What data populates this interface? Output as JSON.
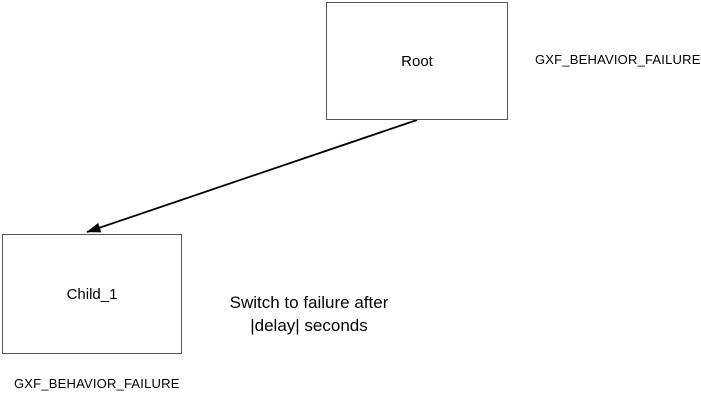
{
  "diagram": {
    "nodes": [
      {
        "id": "root",
        "label": "Root",
        "type_label": "GXF_BEHAVIOR_FAILURE"
      },
      {
        "id": "child_1",
        "label": "Child_1",
        "type_label": "GXF_BEHAVIOR_FAILURE"
      }
    ],
    "edge": {
      "from": "root",
      "to": "child_1",
      "caption_line1": "Switch to failure after",
      "caption_line2": "|delay| seconds"
    },
    "colors": {
      "background": "#ffffff",
      "node_border": "#555555",
      "text": "#000000",
      "arrow": "#000000"
    }
  }
}
